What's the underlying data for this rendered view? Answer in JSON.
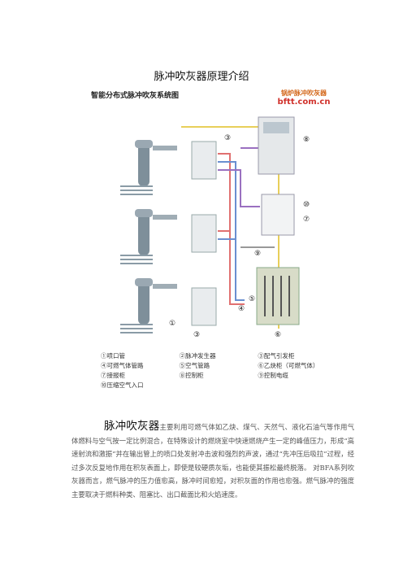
{
  "page": {
    "title": "脉冲吹灰器原理介绍"
  },
  "diagram": {
    "title": "智能分布式脉冲吹灰系统图",
    "logo": {
      "line1": "锅炉脉冲吹灰器",
      "url": "bftt.com.cn"
    },
    "markers": [
      "①",
      "③",
      "③",
      "④",
      "⑤",
      "⑥",
      "⑦",
      "⑧",
      "⑨",
      "⑩"
    ]
  },
  "legend": [
    [
      "①喷口管",
      "②脉冲发生器",
      "③配气引发柜"
    ],
    [
      "④可燃气体管路",
      "⑤空气管路",
      "⑥乙炔柜（可燃气体）"
    ],
    [
      "⑦接报柜",
      "⑧控制柜",
      "⑨控制电缆"
    ],
    [
      "⑩压缩空气入口",
      "",
      ""
    ]
  ],
  "body": {
    "lead": "脉冲吹灰器",
    "text": "主要利用可燃气体如乙炔、煤气、天然气、液化石油气等作用气体燃料与空气按一定比例混合，在特殊设计的燃烧室中快速燃烧产生一定的峰值压力，形成“高速射流和激振”并在输出管上的喷口处发射冲击波和强烈的声波，通过“先冲压后吸拉”过程，经过多次反复地作用在积灰表面上，即使是较硬质灰垢，也能使其振松最终脱落。 对BFA系列吹灰器而言，燃气脉冲的压力值愈高，脉冲时间愈短，对积灰面的作用也愈强。燃气脉冲的强度主要取决于燃料种类、阻塞比、出口截面比和火焰速度。"
  }
}
